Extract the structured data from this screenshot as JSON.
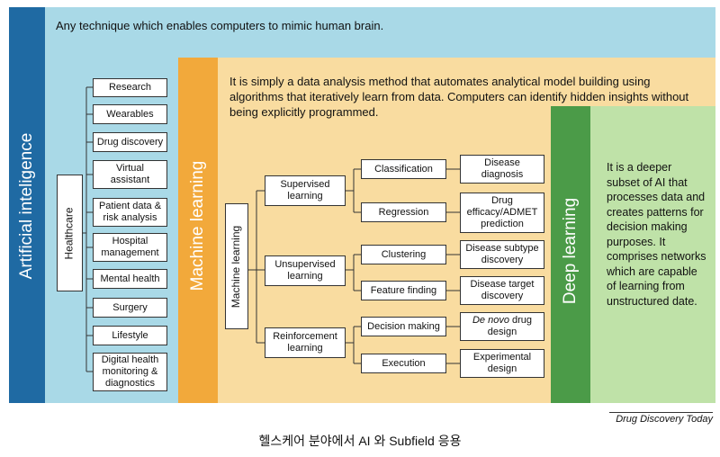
{
  "ai": {
    "title": "Artificial inteligence",
    "description": "Any technique which enables computers to mimic human brain.",
    "hub": "Healthcare",
    "items": [
      "Research",
      "Wearables",
      "Drug discovery",
      "Virtual assistant",
      "Patient data & risk analysis",
      "Hospital management",
      "Mental health",
      "Surgery",
      "Lifestyle",
      "Digital health monitoring & diagnostics"
    ]
  },
  "ml": {
    "title": "Machine learning",
    "description": "It is simply a data analysis method that automates analytical model building using algorithms that iteratively learn from data. Computers can identify hidden insights without being explicitly programmed.",
    "hub": "Machine learning",
    "types": [
      {
        "label": "Supervised learning",
        "tasks": [
          {
            "label": "Classification",
            "application": "Disease diagnosis"
          },
          {
            "label": "Regression",
            "application": "Drug efficacy/ADMET prediction"
          }
        ]
      },
      {
        "label": "Unsupervised learning",
        "tasks": [
          {
            "label": "Clustering",
            "application": "Disease subtype discovery"
          },
          {
            "label": "Feature finding",
            "application": "Disease target discovery"
          }
        ]
      },
      {
        "label": "Reinforcement learning",
        "tasks": [
          {
            "label": "Decision making",
            "application_italic": "De novo",
            "application": " drug design"
          },
          {
            "label": "Execution",
            "application": "Experimental design"
          }
        ]
      }
    ]
  },
  "dl": {
    "title": "Deep learning",
    "description": "It is a deeper subset of AI that processes data and creates patterns for decision making purposes. It comprises networks which are capable of learning from unstructured date."
  },
  "credit": "Drug Discovery Today",
  "caption": "헬스케어 분야에서 AI 와 Subfield 응용",
  "colors": {
    "ai_band": "#a9d9e7",
    "ai_side": "#1f6aa3",
    "ml_band": "#f9dca0",
    "ml_side": "#f2a93b",
    "dl_band": "#bfe2a8",
    "dl_side": "#4b9b48"
  }
}
